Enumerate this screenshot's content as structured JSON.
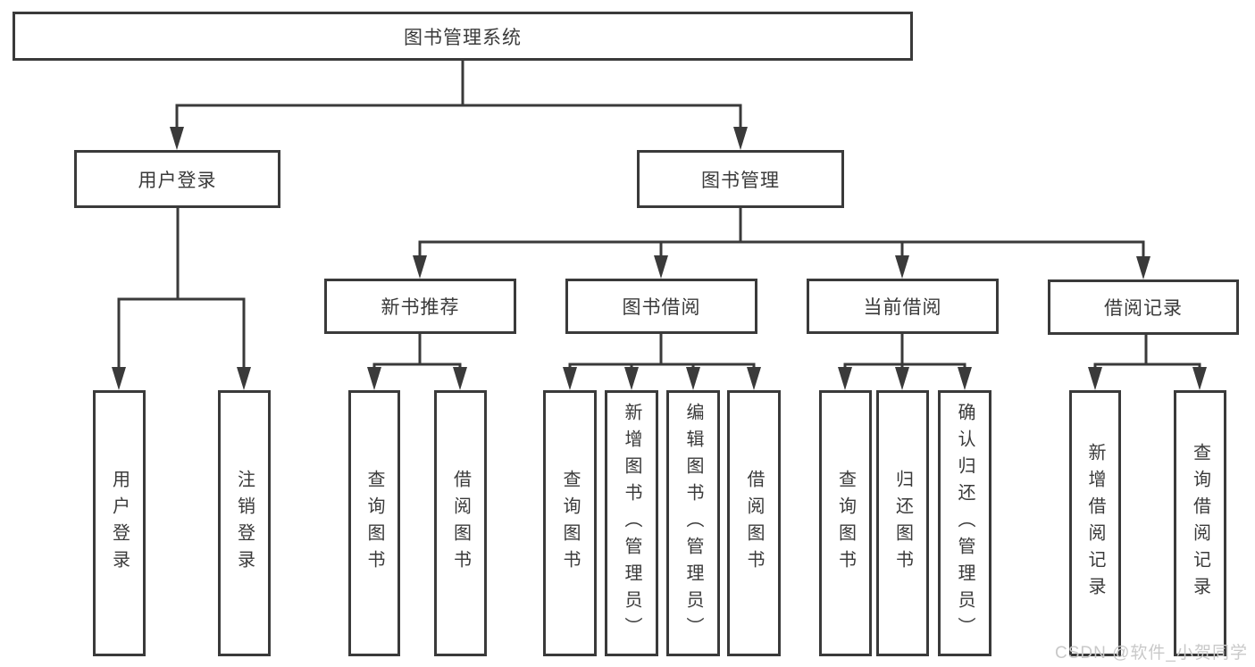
{
  "colors": {
    "line": "#3a3a3a",
    "box_border": "#3a3a3a",
    "text": "#3a3a3a",
    "watermark": "#c9c9c9",
    "background": "#ffffff"
  },
  "tree": {
    "root": {
      "label": "图书管理系统"
    },
    "branches": [
      {
        "label": "用户登录",
        "children": [
          {
            "label": "用户登录"
          },
          {
            "label": "注销登录"
          }
        ]
      },
      {
        "label": "图书管理",
        "children": [
          {
            "label": "新书推荐",
            "children": [
              {
                "label": "查询图书"
              },
              {
                "label": "借阅图书"
              }
            ]
          },
          {
            "label": "图书借阅",
            "children": [
              {
                "label": "查询图书"
              },
              {
                "label": "新增图书（管理员）"
              },
              {
                "label": "编辑图书（管理员）"
              },
              {
                "label": "借阅图书"
              }
            ]
          },
          {
            "label": "当前借阅",
            "children": [
              {
                "label": "查询图书"
              },
              {
                "label": "归还图书"
              },
              {
                "label": "确认归还（管理员）"
              }
            ]
          },
          {
            "label": "借阅记录",
            "children": [
              {
                "label": "新增借阅记录"
              },
              {
                "label": "查询借阅记录"
              }
            ]
          }
        ]
      }
    ]
  },
  "watermark": {
    "text": "CSDN @软件_小贺同学"
  }
}
